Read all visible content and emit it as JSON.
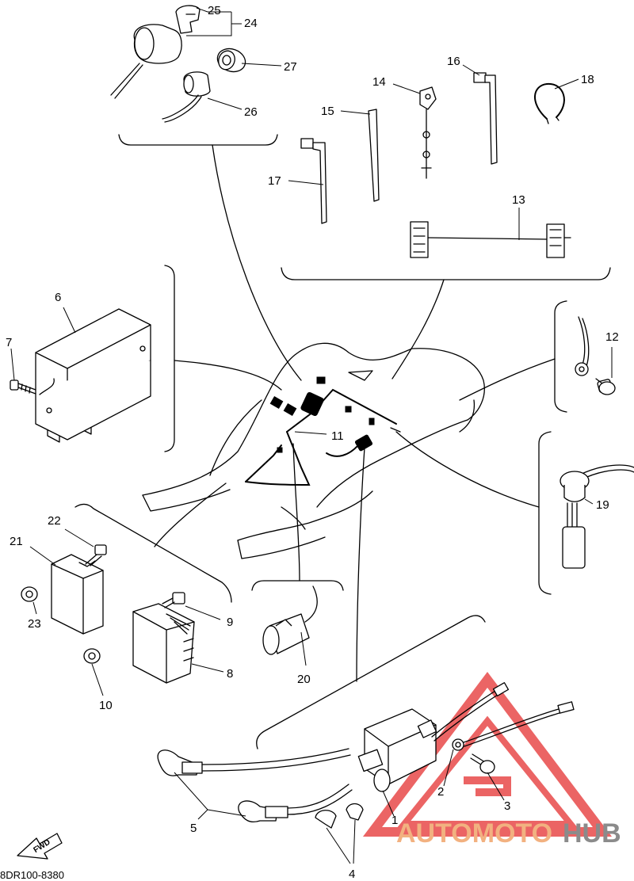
{
  "diagram_code": "8DR100-8380",
  "fwd_label": "FWD",
  "watermark": {
    "brand_part1": "AUTOMOTO",
    "brand_part2": "HUB",
    "color_primary": "#f0a46a",
    "color_secondary": "#777777",
    "triangle_color": "#e84a4a"
  },
  "callouts": [
    "1",
    "2",
    "3",
    "4",
    "5",
    "6",
    "7",
    "8",
    "9",
    "10",
    "11",
    "12",
    "13",
    "14",
    "15",
    "16",
    "17",
    "18",
    "19",
    "20",
    "21",
    "22",
    "23",
    "24",
    "25",
    "26",
    "27"
  ]
}
